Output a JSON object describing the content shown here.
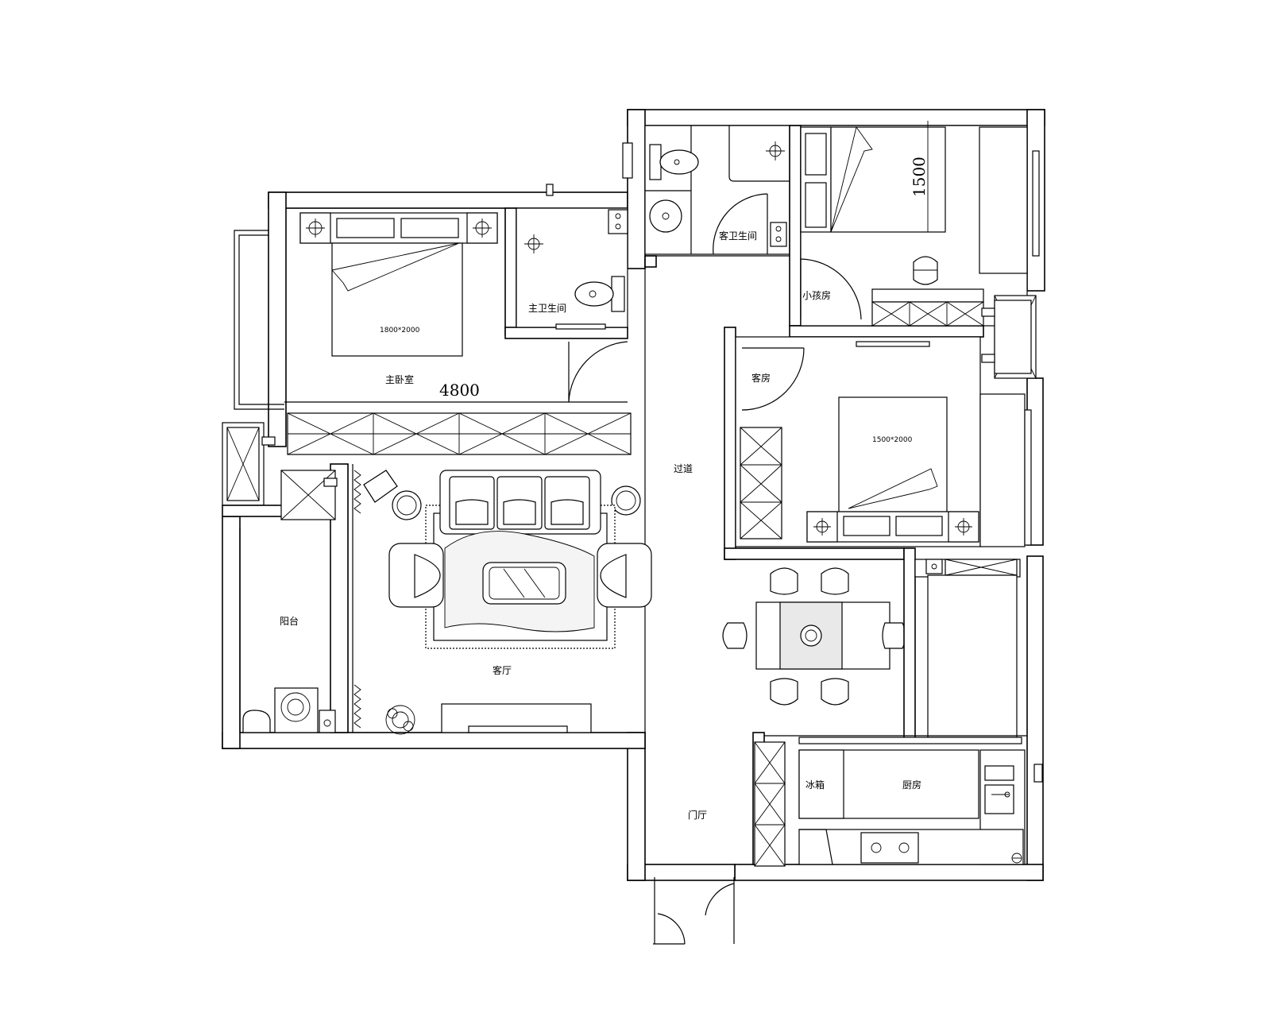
{
  "rooms": {
    "master_bedroom": "主卧室",
    "master_bath": "主卫生间",
    "guest_bath": "客卫生间",
    "kids_room": "小孩房",
    "guest_room": "客房",
    "corridor": "过道",
    "living_room": "客厅",
    "balcony": "阳台",
    "kitchen": "厨房",
    "fridge": "冰箱",
    "foyer": "门厅"
  },
  "dimensions": {
    "width_4800": "4800",
    "width_1500": "1500"
  },
  "beds": {
    "master_bed": "1800*2000",
    "guest_bed": "1500*2000"
  }
}
